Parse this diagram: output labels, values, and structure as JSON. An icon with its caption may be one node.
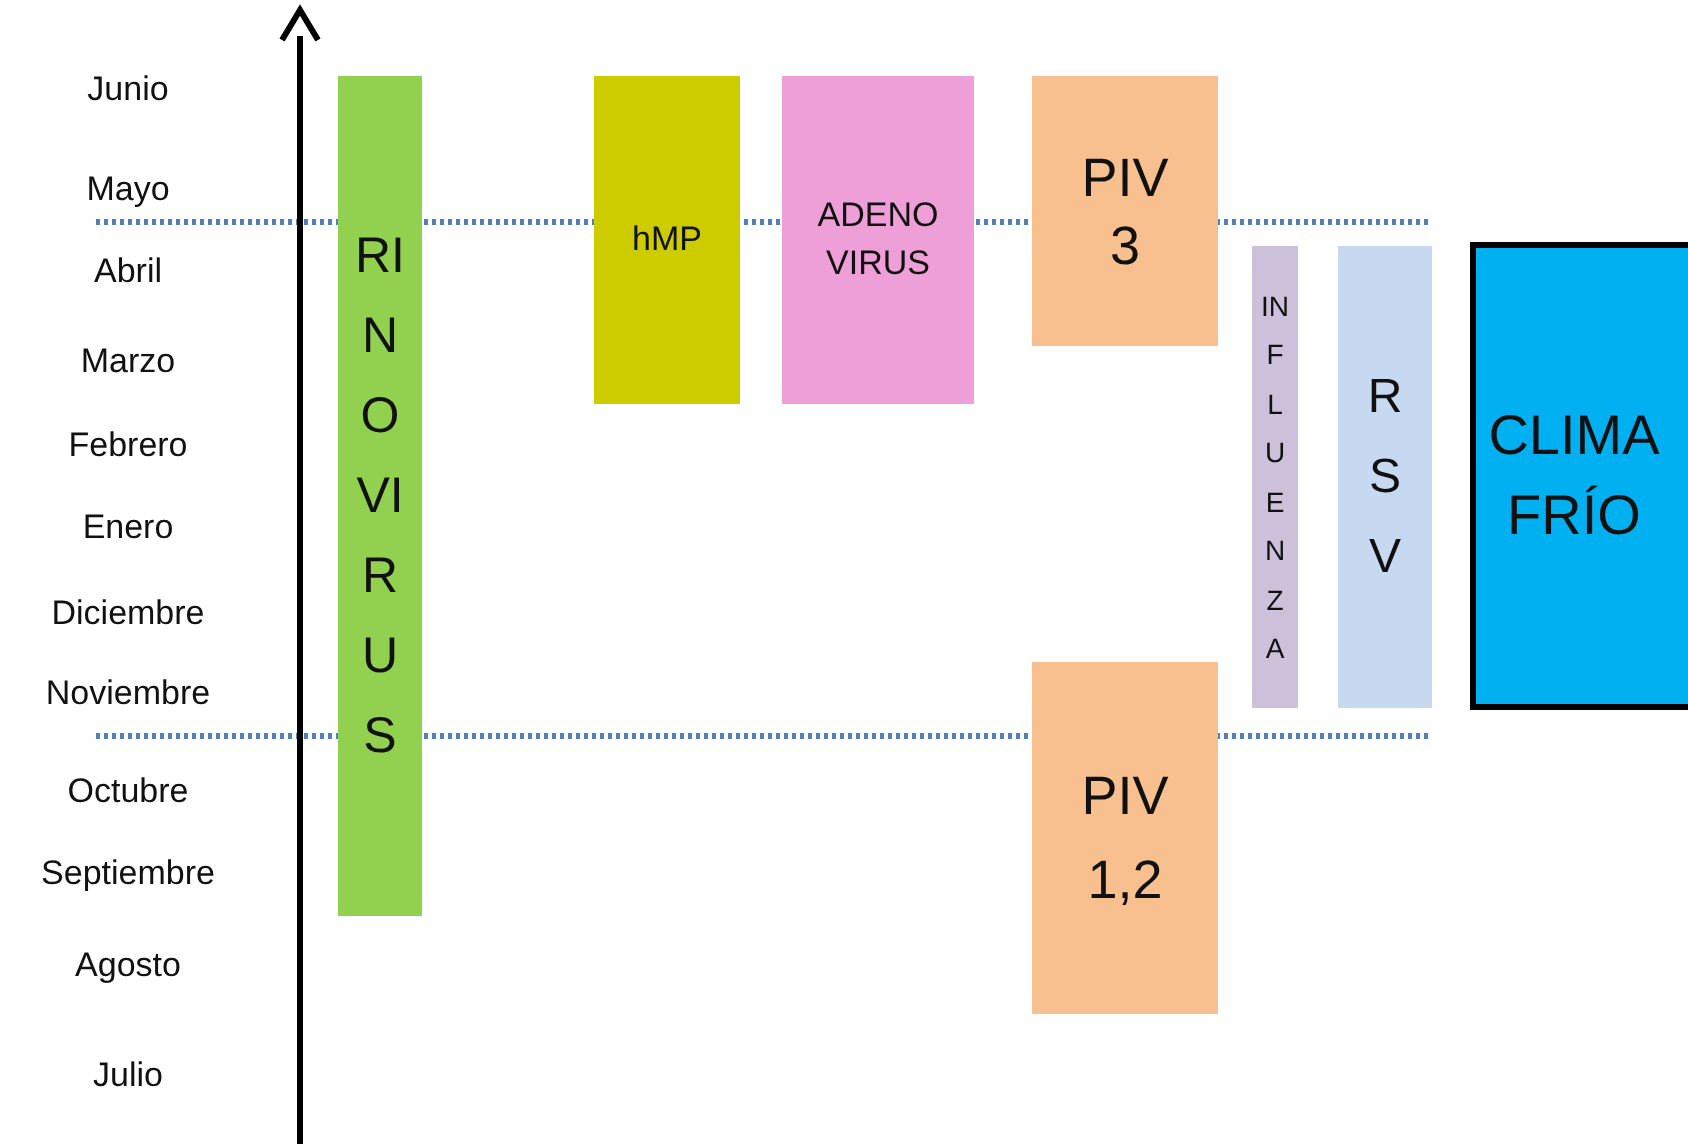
{
  "diagram": {
    "nodes": [
      {
        "text": [
          "RINOVIRUS"
        ]
      },
      {
        "text": [
          "hMP"
        ]
      },
      {
        "text": [
          "ADENO VIRUS"
        ]
      },
      {
        "text": [
          "PIV 3"
        ]
      },
      {
        "text": [
          "INFLUENZA"
        ]
      },
      {
        "text": [
          "RSV"
        ]
      },
      {
        "text": [
          "CLIMA FRÍO"
        ]
      },
      {
        "text": [
          "PIV 1,2"
        ]
      }
    ],
    "labels": [
      "Junio",
      "Mayo",
      "Abril",
      "Marzo",
      "Febrero",
      "Enero",
      "Diciembre",
      "Noviembre",
      "Octubre",
      "Septiembre",
      "Agosto",
      "Julio"
    ]
  }
}
